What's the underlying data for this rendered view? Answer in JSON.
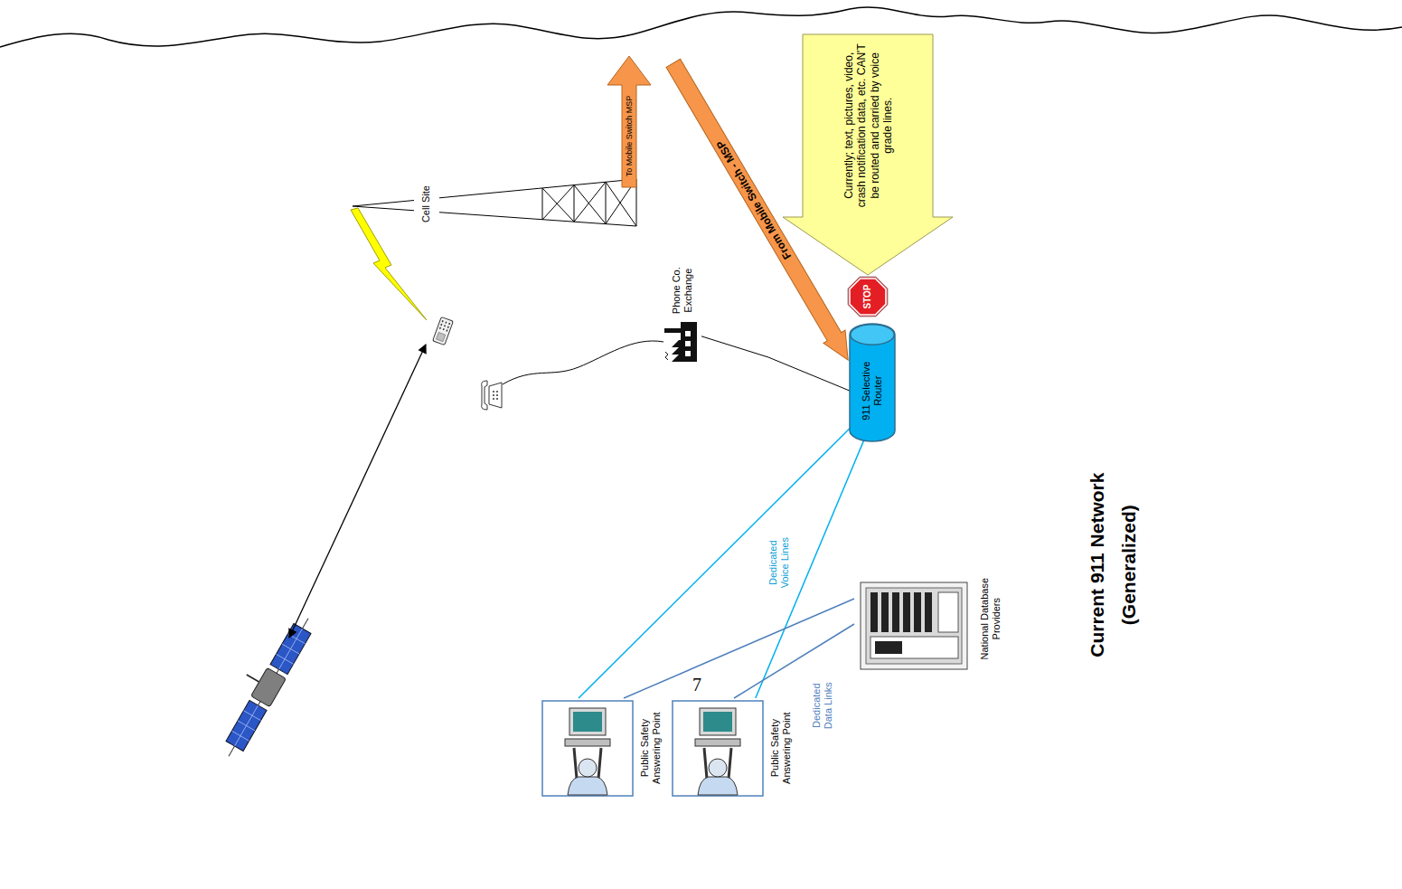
{
  "diagram": {
    "title": "Current 911 Network (Generalized)",
    "nodes": [
      {
        "text": [
          "To Mobile Switch MSP"
        ]
      },
      {
        "text": [
          "From Mobile Switch - MSP"
        ]
      },
      {
        "text": [
          "Currently; text, pictures, video, crash notification data, etc. CAN'T be routed and carried by voice grade lines."
        ]
      },
      {
        "text": [
          "Cell Site"
        ]
      },
      {
        "text": [
          "Phone Co. Exchange"
        ]
      },
      {
        "text": [
          "STOP"
        ]
      },
      {
        "text": [
          "911 Selective Router"
        ]
      },
      {
        "text": [
          "National Database Providers"
        ]
      },
      {
        "text": [
          "Public Safety Answering Point"
        ]
      },
      {
        "text": [
          "Public Safety Answering Point"
        ]
      }
    ],
    "edges": [
      {
        "from": 4,
        "to": 6,
        "arrow": "none"
      },
      {
        "from": 6,
        "to": 8,
        "arrow": "none"
      },
      {
        "from": 6,
        "to": 9,
        "arrow": "none"
      },
      {
        "from": 7,
        "to": 8,
        "arrow": "none"
      },
      {
        "from": 7,
        "to": 9,
        "arrow": "none"
      }
    ],
    "labels": [
      "Dedicated Voice Lines",
      "Dedicated Data Links",
      "7"
    ]
  }
}
